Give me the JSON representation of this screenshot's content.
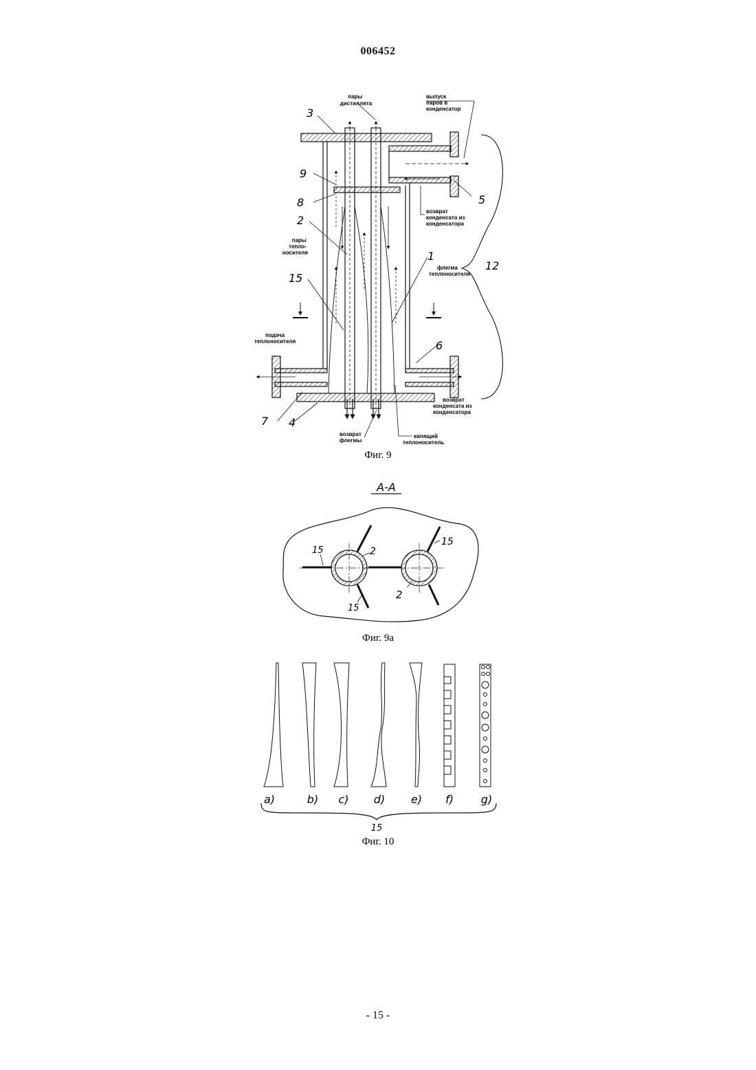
{
  "document": {
    "patent_number": "006452",
    "page_footer": "- 15 -"
  },
  "fig9": {
    "caption": "Фиг. 9",
    "numbers": {
      "n3": "3",
      "n9": "9",
      "n8": "8",
      "n2": "2",
      "n15": "15",
      "n1": "1",
      "n12": "12",
      "n5": "5",
      "n6": "6",
      "n7": "7",
      "n4": "4"
    },
    "labels": {
      "distillate_vapors": [
        "пары",
        "дистиллята"
      ],
      "vapor_outlet": [
        "выпуск",
        "паров в",
        "конденсатор"
      ],
      "condensate_return_top": [
        "возврат",
        "конденсата из",
        "конденсатора"
      ],
      "heat_carrier_vapors": [
        "пары",
        "тепло-",
        "носителя"
      ],
      "heat_carrier_reflux": [
        "флегма",
        "теплоносителя"
      ],
      "heat_carrier_supply": [
        "подача",
        "теплоносителя"
      ],
      "condensate_return_bottom": [
        "возврат",
        "конденсата из",
        "конденсатора"
      ],
      "reflux_return": [
        "возврат",
        "флегмы"
      ],
      "boiling_heat_carrier": [
        "кипящий",
        "теплоноситель"
      ]
    }
  },
  "fig9a": {
    "caption": "Фиг. 9а",
    "section_title": "A-A",
    "labels": {
      "l15a": "15",
      "l2a": "2",
      "l15b": "15",
      "l15c": "15",
      "l2b": "2"
    }
  },
  "fig10": {
    "caption": "Фиг. 10",
    "variants": [
      "a)",
      "b)",
      "c)",
      "d)",
      "e)",
      "f)",
      "g)"
    ],
    "brace_label": "15"
  }
}
